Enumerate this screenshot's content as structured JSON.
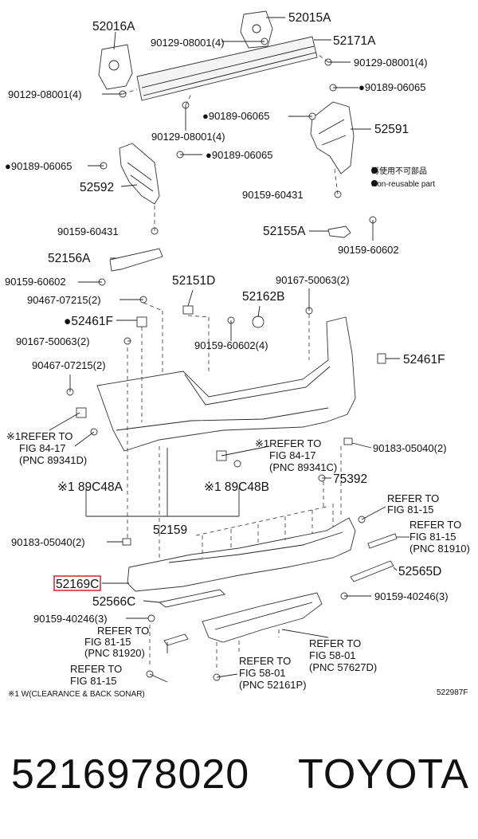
{
  "diagram": {
    "legend": {
      "reuse_jp": "再使用不可部品",
      "reuse_en": "Non-reusable part"
    },
    "footnote": "※1 W(CLEARANCE & BACK SONAR)",
    "figure_id": "522987F",
    "labels": {
      "p52016A": "52016A",
      "p52015A": "52015A",
      "p52171A": "52171A",
      "b90129_a": "90129-08001(4)",
      "b90129_b": "90129-08001(4)",
      "b90129_c": "90129-08001(4)",
      "b90129_d": "90129-08001(4)",
      "c90189_a": "●90189-06065",
      "c90189_b": "●90189-06065",
      "c90189_c": "●90189-06065",
      "c90189_d": "●90189-06065",
      "p52591": "52591",
      "p52592": "52592",
      "s90159_60431_a": "90159-60431",
      "s90159_60431_b": "90159-60431",
      "p52155A": "52155A",
      "s90159_60602_a": "90159-60602",
      "p52156A": "52156A",
      "s90159_60602_b": "90159-60602",
      "p52151D": "52151D",
      "c90167_a": "90167-50063(2)",
      "c90467_a": "90467-07215(2)",
      "p52162B": "52162B",
      "p52461F_a": "●52461F",
      "c90167_b": "90167-50063(2)",
      "s90159_60602_c": "90159-60602(4)",
      "p52461F_b": "52461F",
      "c90467_b": "90467-07215(2)",
      "ref1_l1": "※1REFER TO",
      "ref1_l2": "FIG 84-17",
      "ref1_l3": "(PNC 89341D)",
      "ref2_l1": "※1REFER TO",
      "ref2_l2": "FIG 84-17",
      "ref2_l3": "(PNC 89341C)",
      "c90183_a": "90183-05040(2)",
      "p89C48A": "※1 89C48A",
      "p89C48B": "※1 89C48B",
      "p75392": "75392",
      "ref3_l1": "REFER TO",
      "ref3_l2": "FIG 81-15",
      "ref4_l1": "REFER TO",
      "ref4_l2": "FIG 81-15",
      "ref4_l3": "(PNC 81910)",
      "p52159": "52159",
      "c90183_b": "90183-05040(2)",
      "p52169C": "52169C",
      "p52565D": "52565D",
      "p52566C": "52566C",
      "s90159_40246_a": "90159-40246(3)",
      "s90159_40246_b": "90159-40246(3)",
      "ref5_l1": "REFER TO",
      "ref5_l2": "FIG 81-15",
      "ref5_l3": "(PNC 81920)",
      "ref6_l1": "REFER TO",
      "ref6_l2": "FIG 58-01",
      "ref6_l3": "(PNC 57627D)",
      "ref7_l1": "REFER TO",
      "ref7_l2": "FIG 81-15",
      "ref8_l1": "REFER TO",
      "ref8_l2": "FIG 58-01",
      "ref8_l3": "(PNC 52161P)"
    },
    "highlight_color": "#d8303a"
  },
  "footer": {
    "part_number": "5216978020",
    "brand": "TOYOTA"
  }
}
